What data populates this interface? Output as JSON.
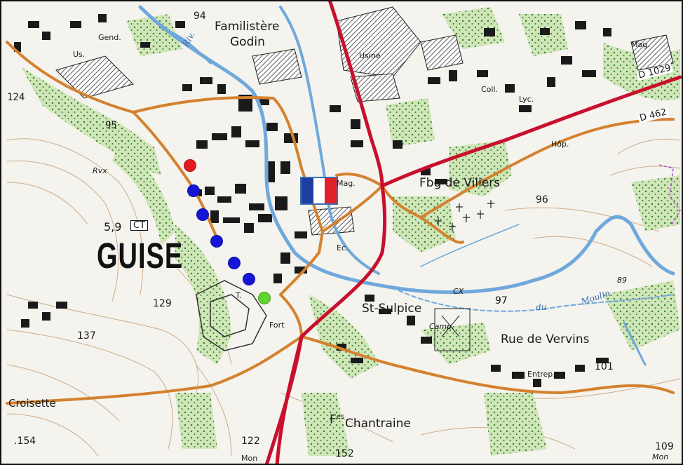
{
  "map": {
    "town_name": "GUISE",
    "places": {
      "familistere": "Familistère",
      "godin": "Godin",
      "usine": "Usine",
      "fbg_villers": "Fbg de Villers",
      "st_sulpice": "St-Sulpice",
      "rue_vervins": "Rue de Vervins",
      "chantraine": "Chantraine",
      "croisette": "Croisette",
      "fort": "Fort",
      "camp": "Camp.",
      "entrep": "Entrep.",
      "hop": "Hôp.",
      "lyc": "Lyc.",
      "coll": "Coll.",
      "mag_top": "Mag.",
      "mag_center": "Mag.",
      "gend": "Gend.",
      "us": "Us.",
      "ec": "Ec.",
      "t_marker": "T.",
      "mon": "Mon",
      "mon_right": "Mon",
      "f_prefix": "F",
      "f_sup": "es",
      "rvx": "Rvx",
      "moulin": "Moulin",
      "du": "du",
      "cx": "CX",
      "riv_label": "Riv."
    },
    "road_labels": {
      "d1029": "D 1029",
      "d462": "D 462"
    },
    "ct_box": "CT",
    "elevations": {
      "e94": "94",
      "e124": "124",
      "e95": "95",
      "e5_9": "5,9",
      "e129": "129",
      "e137": "137",
      "e154": ".154",
      "e122": "122",
      "e152": "152",
      "e97": "97",
      "e96": "96",
      "e101": "101",
      "e109": "109",
      "e89": "89"
    },
    "markers": [
      {
        "color": "#e31a1c",
        "kind": "start"
      },
      {
        "color": "#1515d6",
        "kind": "waypoint"
      },
      {
        "color": "#1515d6",
        "kind": "waypoint"
      },
      {
        "color": "#1515d6",
        "kind": "waypoint"
      },
      {
        "color": "#1515d6",
        "kind": "waypoint"
      },
      {
        "color": "#1515d6",
        "kind": "waypoint"
      },
      {
        "color": "#5fd62b",
        "kind": "end"
      }
    ],
    "flag": {
      "colors": [
        "#1d3fa0",
        "#ffffff",
        "#e0202a"
      ],
      "icon": "france-flag-icon"
    },
    "colors": {
      "main_road": "#c8102e",
      "secondary_road": "#d4812f",
      "river": "#6fa8dc",
      "vegetation": "#cfe6b8",
      "contour": "#c79a6b",
      "buildings": "#1a1a1a"
    }
  }
}
